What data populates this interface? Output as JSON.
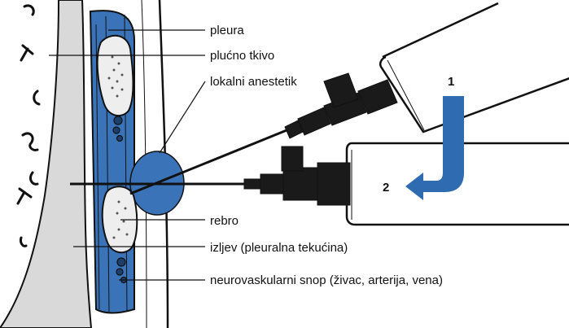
{
  "labels": {
    "pleura": "pleura",
    "lung_tissue": "plućno tkivo",
    "local_anesthetic": "lokalni anestetik",
    "rib": "rebro",
    "effusion": "izljev (pleuralna tekućina)",
    "neurovascular_bundle": "neurovaskularni snop (živac, arterija, vena)"
  },
  "steps": {
    "step1": "1",
    "step2": "2"
  },
  "colors": {
    "tissue_blue": "#3a73b8",
    "arrow_blue": "#2f6bb0",
    "lung_gray": "#d9d9d9",
    "ink": "#111111"
  }
}
